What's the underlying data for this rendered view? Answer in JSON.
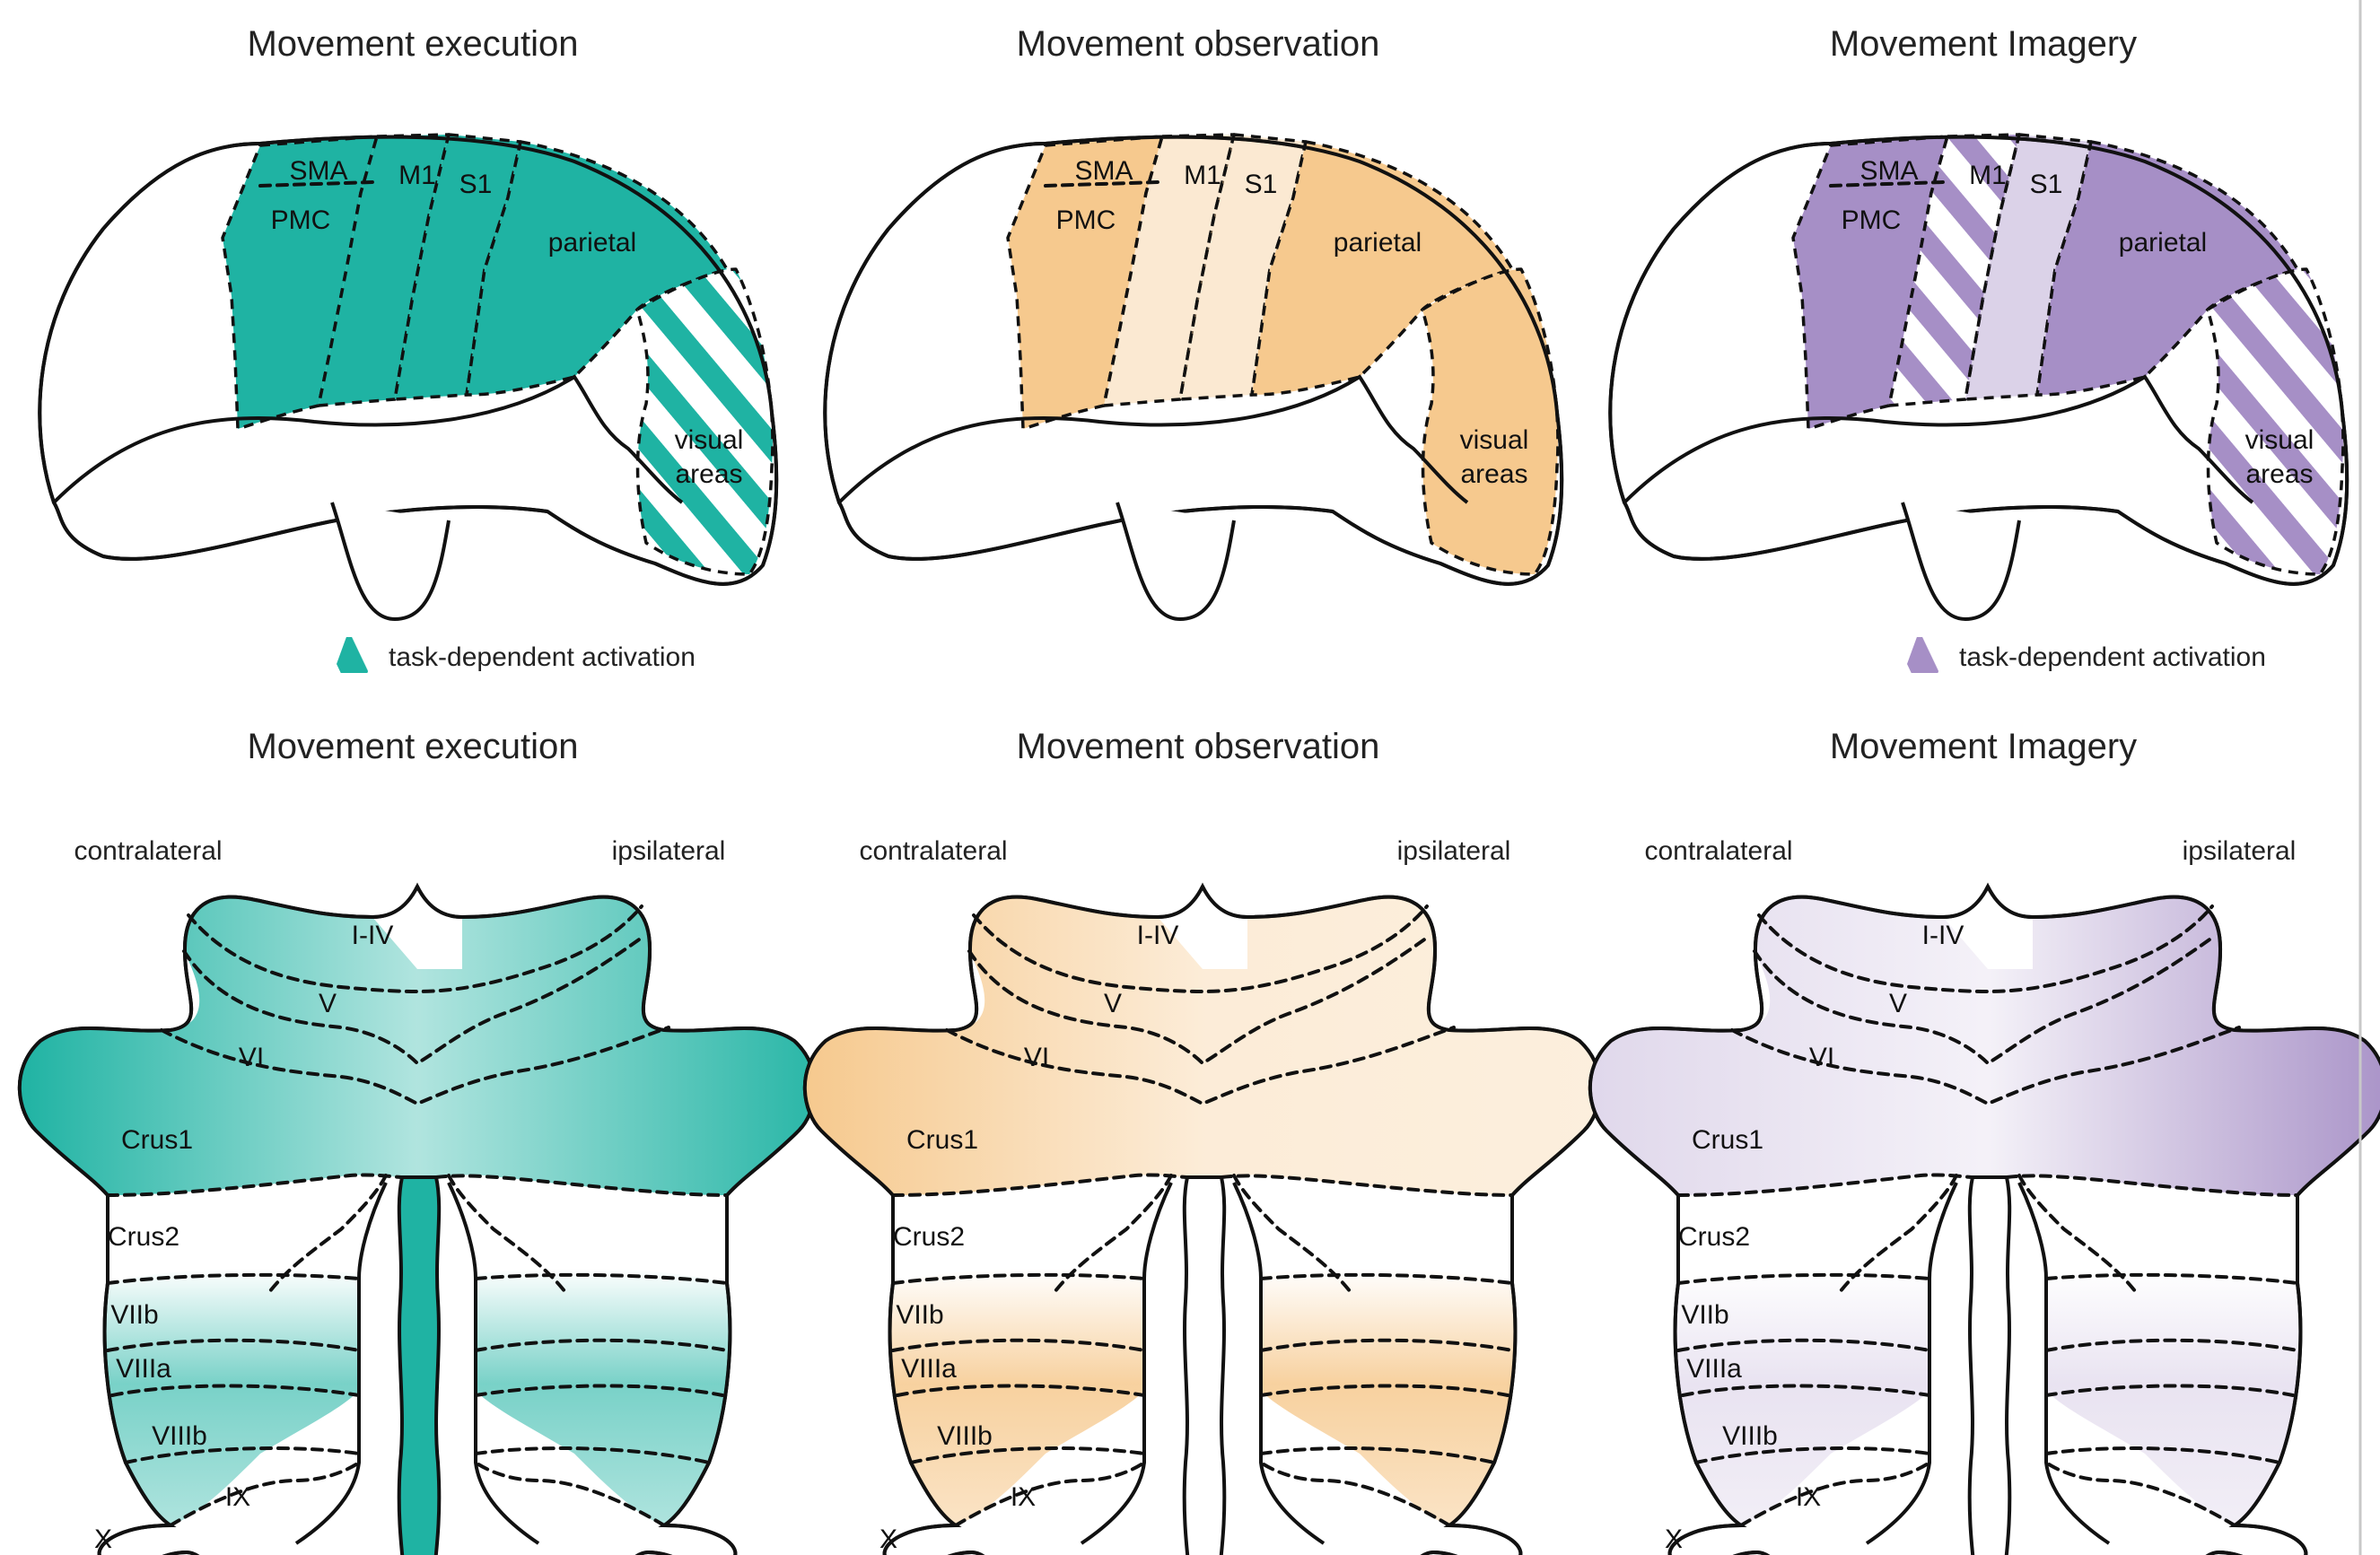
{
  "panels": [
    {
      "id": "execution",
      "title": "Movement execution",
      "color": "#1fb3a3",
      "brain": {
        "sma": "SMA",
        "pmc": "PMC",
        "m1": "M1",
        "s1": "S1",
        "parietal": "parietal",
        "visual_line1": "visual",
        "visual_line2": "areas",
        "fill": {
          "frontal_motor": "solid",
          "m1": "solid",
          "s1": "solid",
          "parietal": "solid",
          "visual": "striped"
        }
      },
      "legend": "task-dependent activation",
      "cerebellum": {
        "title": "Movement execution",
        "contralateral": "contralateral",
        "ipsilateral": "ipsilateral",
        "lobules": {
          "i_iv": "I-IV",
          "v": "V",
          "vi": "VI",
          "crus1": "Crus1",
          "crus2": "Crus2",
          "viib": "VIIb",
          "viiia": "VIIIa",
          "viiib": "VIIIb",
          "ix": "IX",
          "x": "X"
        },
        "shading": {
          "upper": "strong",
          "lower": "moderate",
          "vermis": "solid",
          "ipsilateral_upper": "strong"
        }
      }
    },
    {
      "id": "observation",
      "title": "Movement observation",
      "color": "#f6c98e",
      "brain": {
        "sma": "SMA",
        "pmc": "PMC",
        "m1": "M1",
        "s1": "S1",
        "parietal": "parietal",
        "visual_line1": "visual",
        "visual_line2": "areas",
        "fill": {
          "frontal_motor": "solid",
          "m1": "light",
          "s1": "light",
          "parietal": "solid",
          "visual": "solid"
        }
      },
      "legend": "",
      "cerebellum": {
        "title": "Movement observation",
        "contralateral": "contralateral",
        "ipsilateral": "ipsilateral",
        "lobules": {
          "i_iv": "I-IV",
          "v": "V",
          "vi": "VI",
          "crus1": "Crus1",
          "crus2": "Crus2",
          "viib": "VIIb",
          "viiia": "VIIIa",
          "viiib": "VIIIb",
          "ix": "IX",
          "x": "X"
        },
        "shading": {
          "upper": "strong",
          "lower": "strong",
          "vermis": "none",
          "ipsilateral_upper": "light"
        }
      }
    },
    {
      "id": "imagery",
      "title": "Movement Imagery",
      "color": "#a68fc6",
      "brain": {
        "sma": "SMA",
        "pmc": "PMC",
        "m1": "M1",
        "s1": "S1",
        "parietal": "parietal",
        "visual_line1": "visual",
        "visual_line2": "areas",
        "fill": {
          "frontal_motor": "solid",
          "m1": "striped",
          "s1": "light",
          "parietal": "solid",
          "visual": "striped"
        }
      },
      "legend": "task-dependent activation",
      "cerebellum": {
        "title": "Movement Imagery",
        "contralateral": "contralateral",
        "ipsilateral": "ipsilateral",
        "lobules": {
          "i_iv": "I-IV",
          "v": "V",
          "vi": "VI",
          "crus1": "Crus1",
          "crus2": "Crus2",
          "viib": "VIIb",
          "viiia": "VIIIa",
          "viiib": "VIIIb",
          "ix": "IX",
          "x": "X"
        },
        "shading": {
          "upper": "light",
          "lower": "light",
          "vermis": "none",
          "ipsilateral_upper": "strong"
        }
      }
    }
  ]
}
